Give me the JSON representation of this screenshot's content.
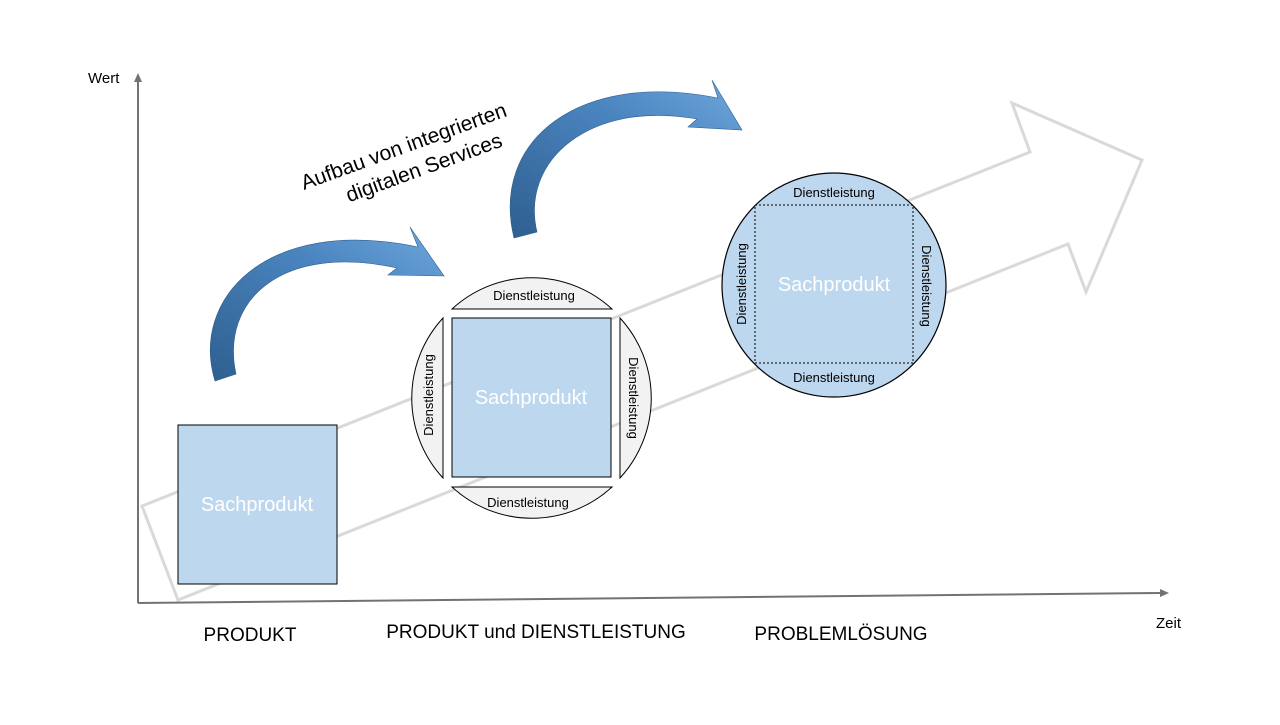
{
  "axes": {
    "y_label": "Wert",
    "x_label": "Zeit"
  },
  "title_lines": [
    "Aufbau von integrierten",
    "digitalen Services"
  ],
  "stages": [
    {
      "label": "PRODUKT"
    },
    {
      "label": "PRODUKT und DIENSTLEISTUNG"
    },
    {
      "label": "PROBLEMLÖSUNG"
    }
  ],
  "product_label": "Sachprodukt",
  "service_label": "Dienstleistung",
  "colors": {
    "product_fill": "#bdd7ee",
    "arrow_blue_light": "#5b9bd5",
    "arrow_blue_dark": "#2e5f8f",
    "growth_arrow_stroke": "#d9d9d9",
    "segment_fill": "#f2f2f2",
    "axis": "#767171"
  }
}
